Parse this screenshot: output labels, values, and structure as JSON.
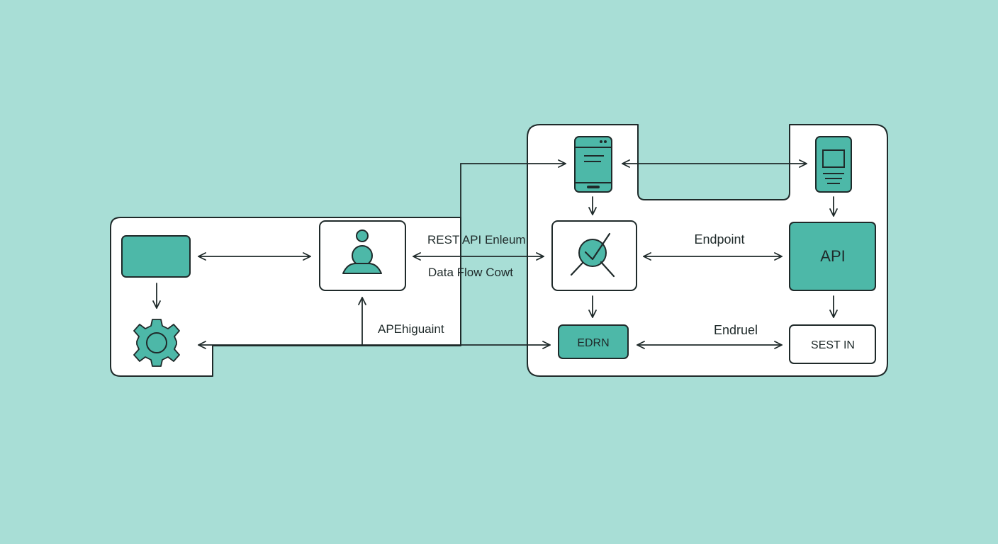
{
  "colors": {
    "background": "#a8ded6",
    "panel": "#ffffff",
    "accent": "#4db8a8",
    "stroke": "#1f2a2a"
  },
  "labels": {
    "rest_api": "REST API Enleum",
    "data_flow": "Data Flow Cowt",
    "apehiguaint": "APEhiguaint",
    "endpoint": "Endpoint",
    "endruel": "Endruel"
  },
  "nodes": {
    "api_box": "API",
    "edrn_box": "EDRN",
    "sest_box": "SEST IN"
  },
  "icons": {
    "client_rect": "rectangle-icon",
    "gear": "gear-icon",
    "user": "user-icon",
    "phone_left": "mobile-phone-icon",
    "phone_right": "tablet-icon",
    "search_check": "search-check-icon"
  }
}
